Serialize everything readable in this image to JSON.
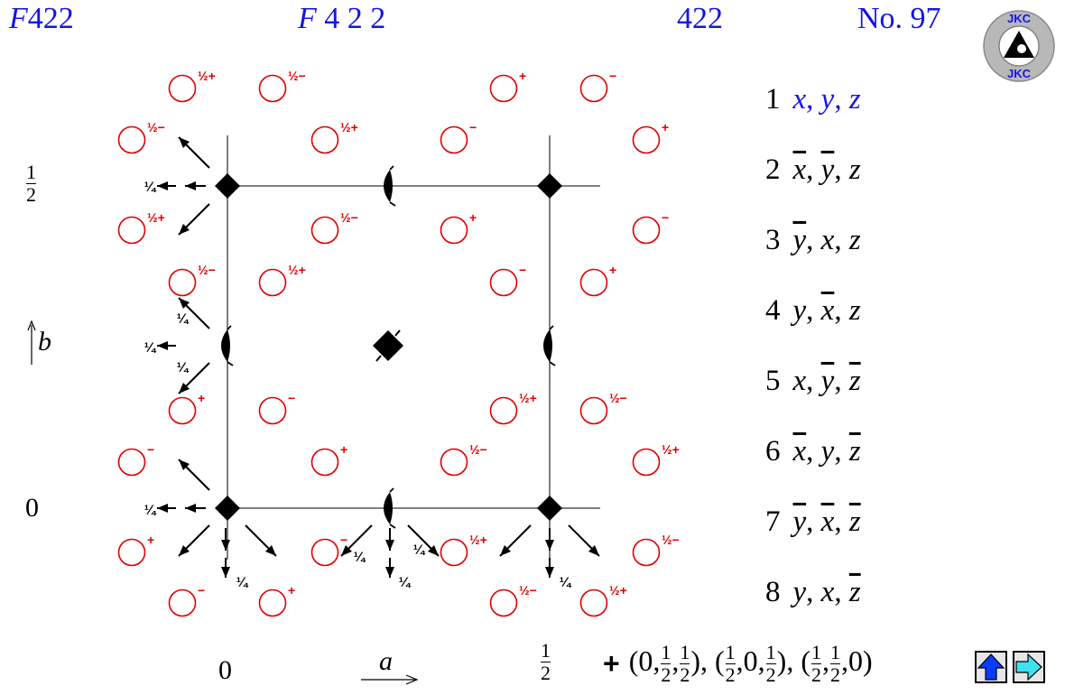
{
  "header": {
    "full_symbol_prefix": "F",
    "full_symbol_rest": "422",
    "hm_prefix": "F",
    "hm_rest": " 4 2 2",
    "point_group": "422",
    "number": "No. 97"
  },
  "logo": {
    "text": "JKC",
    "icon": "jkc-logo-icon"
  },
  "axes": {
    "b_label": "b",
    "a_label": "a",
    "y_tick_half": {
      "num": "1",
      "den": "2"
    },
    "y_tick_zero": "0",
    "x_tick_zero": "0",
    "x_tick_half": {
      "num": "1",
      "den": "2"
    }
  },
  "diagram": {
    "icons": {
      "fourfold": "fourfold-rotation-axis-icon",
      "twofold": "twofold-rotation-axis-icon",
      "screw": "twofold-screw-axis-icon",
      "arrow": "twofold-axis-in-plane-arrow-icon"
    },
    "positions": [
      {
        "sign": "½+"
      },
      {
        "sign": "½−"
      },
      {
        "sign": "+"
      },
      {
        "sign": "−"
      },
      {
        "sign": "½−"
      },
      {
        "sign": "½+"
      },
      {
        "sign": "−"
      },
      {
        "sign": "+"
      },
      {
        "sign": "½+"
      },
      {
        "sign": "½−"
      },
      {
        "sign": "+"
      },
      {
        "sign": "−"
      },
      {
        "sign": "½−"
      },
      {
        "sign": "½+"
      },
      {
        "sign": "−"
      },
      {
        "sign": "+"
      },
      {
        "sign": "+"
      },
      {
        "sign": "−"
      },
      {
        "sign": "½+"
      },
      {
        "sign": "½−"
      },
      {
        "sign": "−"
      },
      {
        "sign": "+"
      },
      {
        "sign": "½−"
      },
      {
        "sign": "½+"
      },
      {
        "sign": "+"
      },
      {
        "sign": "−"
      },
      {
        "sign": "½+"
      },
      {
        "sign": "½−"
      },
      {
        "sign": "−"
      },
      {
        "sign": "+"
      },
      {
        "sign": "½−"
      },
      {
        "sign": "½+"
      }
    ],
    "height_labels": [
      "¼",
      "¼",
      "¼",
      "¼",
      "¼",
      "¼",
      "¼",
      "¼",
      "¼",
      "¼"
    ]
  },
  "operations": [
    {
      "n": "1",
      "parts": [
        {
          "t": "x"
        },
        {
          "t": ", "
        },
        {
          "t": "y"
        },
        {
          "t": ", "
        },
        {
          "t": "z"
        }
      ]
    },
    {
      "n": "2",
      "parts": [
        {
          "t": "x",
          "bar": true
        },
        {
          "t": ", "
        },
        {
          "t": "y",
          "bar": true
        },
        {
          "t": ", "
        },
        {
          "t": "z"
        }
      ]
    },
    {
      "n": "3",
      "parts": [
        {
          "t": "y",
          "bar": true
        },
        {
          "t": ", "
        },
        {
          "t": "x"
        },
        {
          "t": ", "
        },
        {
          "t": "z"
        }
      ]
    },
    {
      "n": "4",
      "parts": [
        {
          "t": "y"
        },
        {
          "t": ", "
        },
        {
          "t": "x",
          "bar": true
        },
        {
          "t": ", "
        },
        {
          "t": "z"
        }
      ]
    },
    {
      "n": "5",
      "parts": [
        {
          "t": "x"
        },
        {
          "t": ", "
        },
        {
          "t": "y",
          "bar": true
        },
        {
          "t": ", "
        },
        {
          "t": "z",
          "bar": true
        }
      ]
    },
    {
      "n": "6",
      "parts": [
        {
          "t": "x",
          "bar": true
        },
        {
          "t": ", "
        },
        {
          "t": "y"
        },
        {
          "t": ", "
        },
        {
          "t": "z",
          "bar": true
        }
      ]
    },
    {
      "n": "7",
      "parts": [
        {
          "t": "y",
          "bar": true
        },
        {
          "t": ", "
        },
        {
          "t": "x",
          "bar": true
        },
        {
          "t": ", "
        },
        {
          "t": "z",
          "bar": true
        }
      ]
    },
    {
      "n": "8",
      "parts": [
        {
          "t": "y"
        },
        {
          "t": ", "
        },
        {
          "t": "x"
        },
        {
          "t": ", "
        },
        {
          "t": "z",
          "bar": true
        }
      ]
    }
  ],
  "centering": {
    "plus": "+",
    "parts": [
      {
        "t": "(0,"
      },
      {
        "f": [
          "1",
          "2"
        ]
      },
      {
        "t": ","
      },
      {
        "f": [
          "1",
          "2"
        ]
      },
      {
        "t": "), ("
      },
      {
        "f": [
          "1",
          "2"
        ]
      },
      {
        "t": ",0,"
      },
      {
        "f": [
          "1",
          "2"
        ]
      },
      {
        "t": "), ("
      },
      {
        "f": [
          "1",
          "2"
        ]
      },
      {
        "t": ","
      },
      {
        "f": [
          "1",
          "2"
        ]
      },
      {
        "t": ",0)"
      }
    ]
  },
  "nav": {
    "up_icon": "up-arrow-icon",
    "next_icon": "right-arrow-icon"
  },
  "colors": {
    "header": "#1414e6",
    "position": "#e00000",
    "lines": "#555555",
    "nav_up": "#0a3cff",
    "nav_next": "#40e0f0"
  }
}
